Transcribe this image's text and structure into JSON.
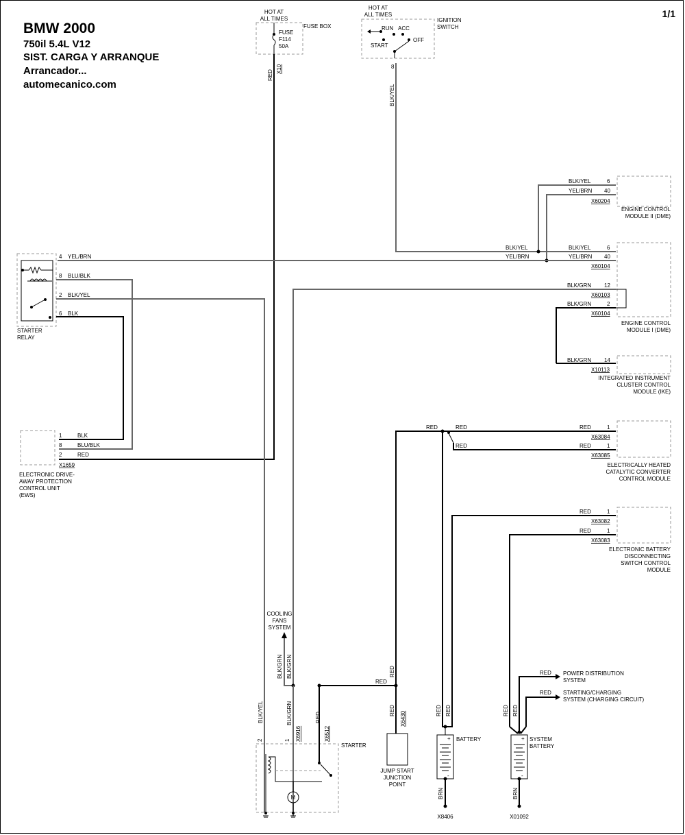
{
  "header": {
    "make_year": "BMW  2000",
    "model": "750il  5.4L  V12",
    "system": "SIST. CARGA Y ARRANQUE",
    "subsystem": "Arrancador...",
    "site": "automecanico.com",
    "page": "1/1"
  },
  "fusebox": {
    "hot1": "HOT AT",
    "hot2": "ALL TIMES",
    "name": "FUSE BOX",
    "fuse1": "FUSE",
    "fuse2": "F114",
    "fuse3": "50A",
    "wire": "RED",
    "conn": "X10"
  },
  "ignition": {
    "hot1": "HOT AT",
    "hot2": "ALL TIMES",
    "name1": "IGNITION",
    "name2": "SWITCH",
    "run": "RUN",
    "acc": "ACC",
    "start": "START",
    "off": "OFF",
    "pin": "8",
    "wire": "BLK/YEL"
  },
  "dme2": {
    "w1": "BLK/YEL",
    "p1": "6",
    "w2": "YEL/BRN",
    "p2": "40",
    "conn": "X60204",
    "name1": "ENGINE CONTROL",
    "name2": "MODULE II (DME)"
  },
  "dme1": {
    "w1": "BLK/YEL",
    "p1": "6",
    "w2": "YEL/BRN",
    "p2": "40",
    "conn1": "X60104",
    "w3": "BLK/GRN",
    "p3": "12",
    "conn2": "X60103",
    "w4": "BLK/GRN",
    "p4": "2",
    "conn3": "X60104",
    "name1": "ENGINE CONTROL",
    "name2": "MODULE I (DME)",
    "left1": "BLK/YEL",
    "left2": "YEL/BRN"
  },
  "ike": {
    "w": "BLK/GRN",
    "p": "14",
    "conn": "X10113",
    "name1": "INTEGRATED INSTRUMENT",
    "name2": "CLUSTER CONTROL",
    "name3": "MODULE (IKE)"
  },
  "relay": {
    "p4": "4",
    "w4": "YEL/BRN",
    "p8": "8",
    "w8": "BLU/BLK",
    "p2": "2",
    "w2": "BLK/YEL",
    "p6": "6",
    "w6": "BLK",
    "name1": "STARTER",
    "name2": "RELAY"
  },
  "ews": {
    "p1": "1",
    "w1": "BLK",
    "p8": "8",
    "w8": "BLU/BLK",
    "p2": "2",
    "w2": "RED",
    "conn": "X1659",
    "name1": "ELECTRONIC DRIVE-",
    "name2": "AWAY PROTECTION",
    "name3": "CONTROL UNIT",
    "name4": "(EWS)"
  },
  "catalytic": {
    "wA": "RED",
    "wB": "RED",
    "wC": "RED",
    "w1": "RED",
    "p1": "1",
    "conn1": "X63084",
    "w2": "RED",
    "p2": "1",
    "conn2": "X63085",
    "name1": "ELECTRICALLY HEATED",
    "name2": "CATALYTIC CONVERTER",
    "name3": "CONTROL MODULE"
  },
  "batt_switch": {
    "w1": "RED",
    "p1": "1",
    "conn1": "X63082",
    "w2": "RED",
    "p2": "1",
    "conn2": "X63083",
    "name1": "ELECTRONIC BATTERY",
    "name2": "DISCONNECTING",
    "name3": "SWITCH CONTROL",
    "name4": "MODULE"
  },
  "cooling": {
    "l1": "COOLING",
    "l2": "FANS",
    "l3": "SYSTEM",
    "w1": "BLK/GRN",
    "w2": "BLK/GRN"
  },
  "starter": {
    "name": "STARTER",
    "p2": "2",
    "p1": "1",
    "wA": "BLK/YEL",
    "wB": "BLK/GRN",
    "connB": "X6916",
    "wC": "RED",
    "connC": "X6512",
    "wD": "RED"
  },
  "jump": {
    "w1": "RED",
    "w2": "RED",
    "conn": "X6430",
    "name1": "JUMP START",
    "name2": "JUNCTION",
    "name3": "POINT"
  },
  "battery": {
    "w1": "RED",
    "w2": "RED",
    "name": "BATTERY",
    "ground_w": "BRN",
    "ground": "X8406",
    "plus": "+",
    "minus": "-"
  },
  "sysbatt": {
    "w1": "RED",
    "w2": "RED",
    "name1": "SYSTEM",
    "name2": "BATTERY",
    "ground_w": "BRN",
    "ground": "X01092",
    "plus": "+",
    "minus": "-",
    "pd_w": "RED",
    "pd1": "POWER DISTRIBUTION",
    "pd2": "SYSTEM",
    "sc_w": "RED",
    "sc1": "STARTING/CHARGING",
    "sc2": "SYSTEM (CHARGING CIRCUIT)"
  }
}
